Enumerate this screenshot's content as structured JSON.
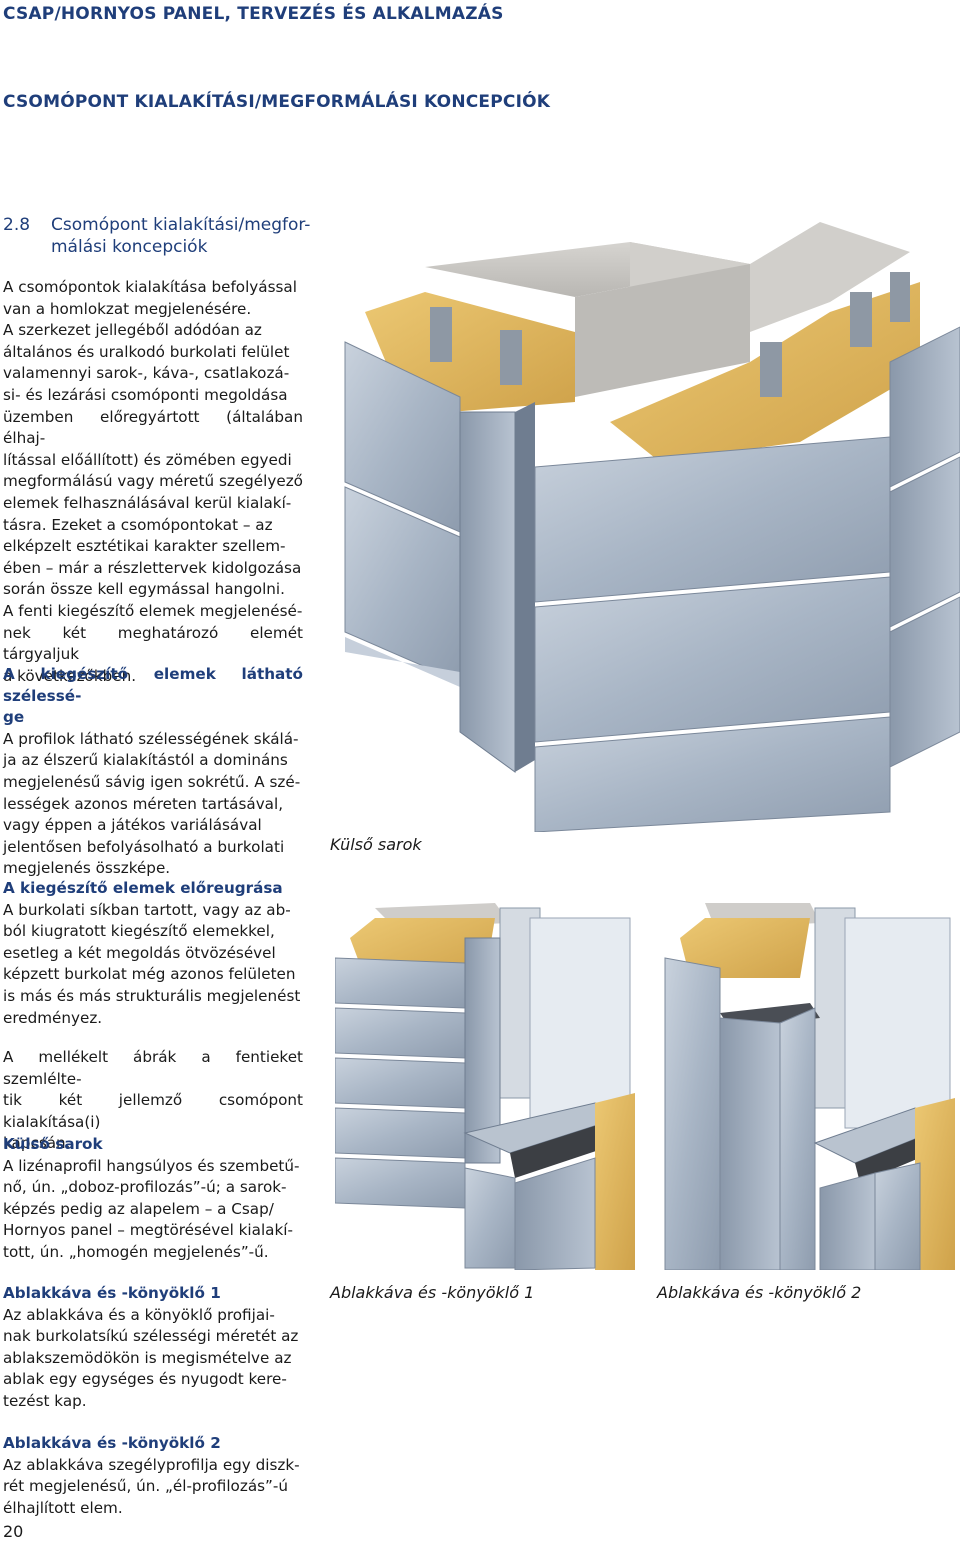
{
  "header": {
    "title": "CSAP/HORNYOS PANEL, TERVEZÉS ÉS ALKALMAZÁS",
    "subtitle": "CSOMÓPONT KIALAKÍTÁSI/MEGFORMÁLÁSI KONCEPCIÓK"
  },
  "section": {
    "number": "2.8",
    "title_line1": "Csomópont kialakítási/megfor-",
    "title_line2": "málási koncepciók"
  },
  "intro": {
    "lines": [
      "A csomópontok kialakítása befolyással",
      "van a homlokzat megjelenésére.",
      "A szerkezet jellegéből adódóan az",
      "általános és uralkodó burkolati felület",
      "valamennyi sarok-, káva-, csatlakozá-",
      "si- és lezárási csomóponti megoldása",
      "üzemben előregyártott (általában élhaj-",
      "lítással előállított) és zömében egyedi",
      "megformálású vagy méretű szegélyező",
      "elemek felhasználásával kerül kialakí-",
      "tásra. Ezeket a csomópontokat – az",
      "elképzelt esztétikai karakter szellem-",
      "ében – már a részlettervek kidolgozása",
      "során össze kell egymással hangolni.",
      "A fenti kiegészítő elemek megjelenésé-",
      "nek két meghatározó elemét tárgyaljuk",
      "a következőkben."
    ]
  },
  "block_width": {
    "heading_line1": "A kiegészítő elemek látható szélessé-",
    "heading_line2": "ge",
    "lines": [
      "A profilok látható szélességének skálá-",
      "ja az élszerű kialakítástól a domináns",
      "megjelenésű sávig igen sokrétű. A szé-",
      "lességek azonos méreten tartásával,",
      "vagy éppen a játékos variálásával",
      "jelentősen befolyásolható a burkolati",
      "megjelenés összképe."
    ]
  },
  "block_projection": {
    "heading": "A kiegészítő elemek előreugrása",
    "lines": [
      "A burkolati síkban tartott, vagy az ab-",
      "ból kiugratott kiegészítő elemekkel,",
      "esetleg a két megoldás ötvözésével",
      "képzett burkolat még azonos felületen",
      "is más és más strukturális megjelenést",
      "eredményez."
    ]
  },
  "block_attached": {
    "lines": [
      "A mellékelt ábrák a fentieket szemlélte-",
      "tik két jellemző csomópont kialakítása(i)",
      "kapcsán."
    ]
  },
  "block_corner": {
    "heading": "Külső sarok",
    "lines": [
      "A lizénaprofil hangsúlyos és szembetű-",
      "nő, ún. „doboz-profilozás”-ú; a sarok-",
      "képzés pedig az alapelem – a Csap/",
      "Hornyos panel – megtörésével kialakí-",
      "tott, ún. „homogén megjelenés”-ű."
    ]
  },
  "block_window1": {
    "heading": "Ablakkáva és -könyöklő 1",
    "lines": [
      "Az ablakkáva és a könyöklő profijai-",
      "nak burkolatsíkú szélességi méretét az",
      "ablakszemödökön is megismételve az",
      "ablak egy egységes és nyugodt kere-",
      "tezést kap."
    ]
  },
  "block_window2": {
    "heading": "Ablakkáva és -könyöklő 2",
    "lines": [
      "Az ablakkáva szegélyprofilja egy diszk-",
      "rét megjelenésű, ún. „él-profilozás”-ú",
      "élhajlított elem."
    ]
  },
  "captions": {
    "corner": "Külső sarok",
    "window1": "Ablakkáva és -könyöklő 1",
    "window2": "Ablakkáva és -könyöklő 2"
  },
  "page_number": "20",
  "colors": {
    "heading": "#1f3e7a",
    "panel": "#a9b6c6",
    "panel_light": "#c4ceda",
    "panel_dark": "#7f8ea2",
    "concrete": "#c8c6c2",
    "insulation": "#e0b860"
  }
}
